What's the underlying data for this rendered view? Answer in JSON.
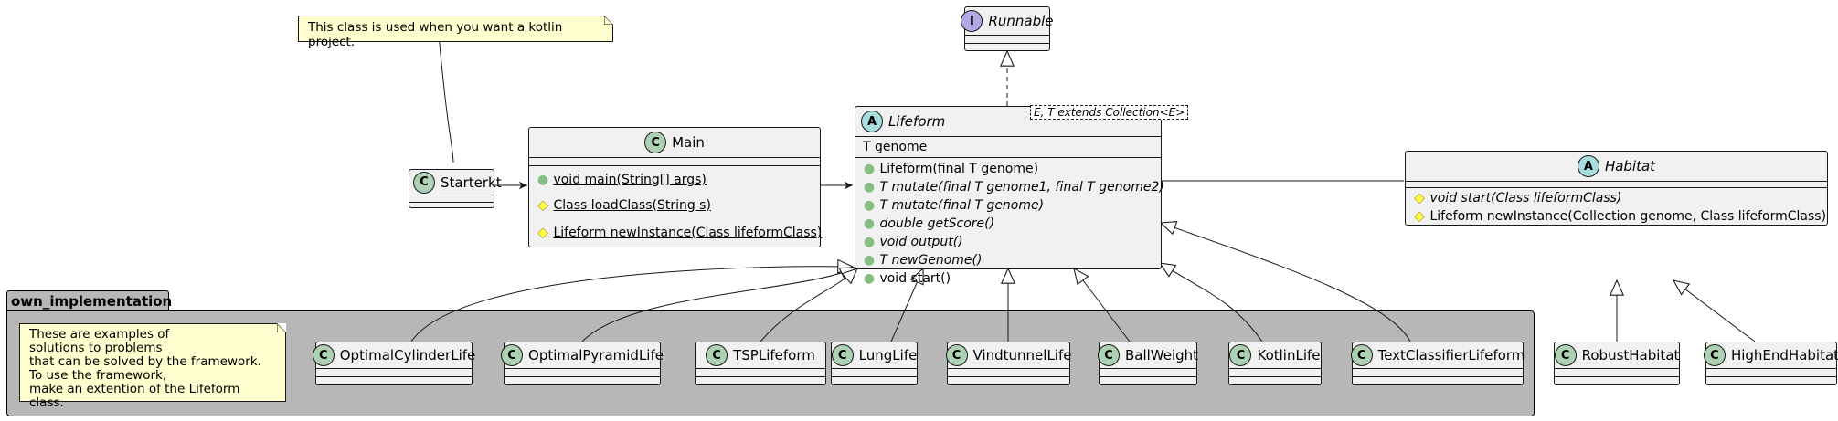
{
  "package": {
    "name": "own_implementation"
  },
  "notes": {
    "kotlin": "This class is used when you want a kotlin project.",
    "examples": [
      "These are examples of",
      "solutions to problems",
      "that can be solved by the framework.",
      "To use the framework,",
      "make an extention of the Lifeform class."
    ]
  },
  "classes": {
    "runnable": {
      "name": "Runnable",
      "stereotype": "I",
      "kind": "interface"
    },
    "lifeform": {
      "name": "Lifeform",
      "stereotype": "A",
      "kind": "abstract",
      "generic": "E, T extends Collection<E>",
      "fields": [
        "T genome"
      ],
      "methods": [
        {
          "text": "Lifeform(final T genome)",
          "vis": "public",
          "italic": false
        },
        {
          "text": "T mutate(final T genome1, final T genome2)",
          "vis": "public",
          "italic": true
        },
        {
          "text": "T mutate(final T genome)",
          "vis": "public",
          "italic": true
        },
        {
          "text": "double getScore()",
          "vis": "public",
          "italic": true
        },
        {
          "text": "void output()",
          "vis": "public",
          "italic": true
        },
        {
          "text": "T newGenome()",
          "vis": "public",
          "italic": true
        },
        {
          "text": "void start()",
          "vis": "public",
          "italic": false
        }
      ]
    },
    "main": {
      "name": "Main",
      "stereotype": "C",
      "methods": [
        {
          "text": "void main(String[] args)",
          "vis": "public"
        },
        {
          "text": "Class loadClass(String s)",
          "vis": "protected"
        },
        {
          "text": "Lifeform newInstance(Class lifeformClass)",
          "vis": "protected"
        }
      ]
    },
    "starterkt": {
      "name": "Starterkt",
      "stereotype": "C"
    },
    "habitat": {
      "name": "Habitat",
      "stereotype": "A",
      "kind": "abstract",
      "methods": [
        {
          "text": "void start(Class lifeformClass)",
          "vis": "protected",
          "italic": true
        },
        {
          "text": "Lifeform newInstance(Collection genome, Class lifeformClass)",
          "vis": "protected",
          "italic": false
        }
      ]
    },
    "optimalCylinderLife": {
      "name": "OptimalCylinderLife",
      "stereotype": "C"
    },
    "optimalPyramidLife": {
      "name": "OptimalPyramidLife",
      "stereotype": "C"
    },
    "tspLifeform": {
      "name": "TSPLifeform",
      "stereotype": "C"
    },
    "lungLife": {
      "name": "LungLife",
      "stereotype": "C"
    },
    "vindtunnelLife": {
      "name": "VindtunnelLife",
      "stereotype": "C"
    },
    "ballWeight": {
      "name": "BallWeight",
      "stereotype": "C"
    },
    "kotlinLife": {
      "name": "KotlinLife",
      "stereotype": "C"
    },
    "textClassifierLifeform": {
      "name": "TextClassifierLifeform",
      "stereotype": "C"
    },
    "robustHabitat": {
      "name": "RobustHabitat",
      "stereotype": "C"
    },
    "highEndHabitat": {
      "name": "HighEndHabitat",
      "stereotype": "C"
    }
  },
  "colors": {
    "class_circle": "#add1b2",
    "abstract_circle": "#a9dcdf",
    "interface_circle": "#b4a7e5",
    "note_bg": "#fefece",
    "package_bg": "#b7b7b7",
    "box_bg": "#f1f1f1"
  }
}
